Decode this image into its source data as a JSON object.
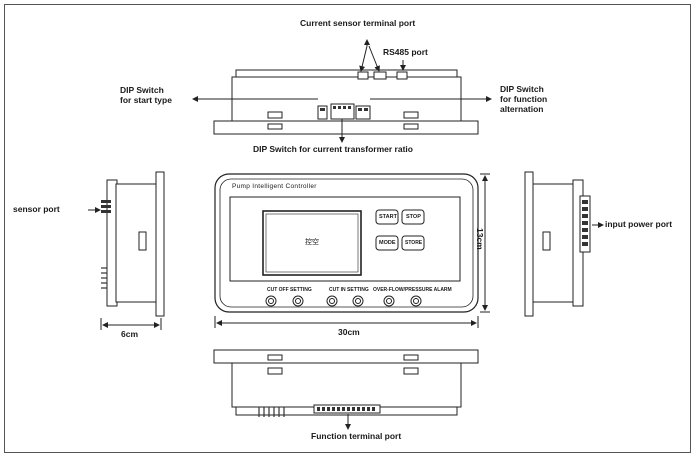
{
  "labels": {
    "current_sensor_port": "Current sensor terminal port",
    "rs485_port": "RS485 port",
    "dip_start_line1": "DIP Switch",
    "dip_start_line2": "for start type",
    "dip_function_line1": "DIP Switch",
    "dip_function_line2": "for function",
    "dip_function_line3": "alternation",
    "dip_ct_ratio": "DIP Switch for current transformer ratio",
    "sensor_port": "sensor  port",
    "input_power_port": "input power port",
    "width_side": "6cm",
    "width_front": "30cm",
    "height_front": "13cm",
    "function_terminal_port": "Function terminal port"
  },
  "controller": {
    "title": "Pump Intelligent Controller",
    "screen_text": "控空",
    "buttons": [
      "START",
      "STOP",
      "MODE",
      "STORE"
    ],
    "knob_groups": [
      "CUT OFF SETTING",
      "CUT IN SETTING",
      "OVER-FLOW/PRESSURE ALARM"
    ]
  }
}
